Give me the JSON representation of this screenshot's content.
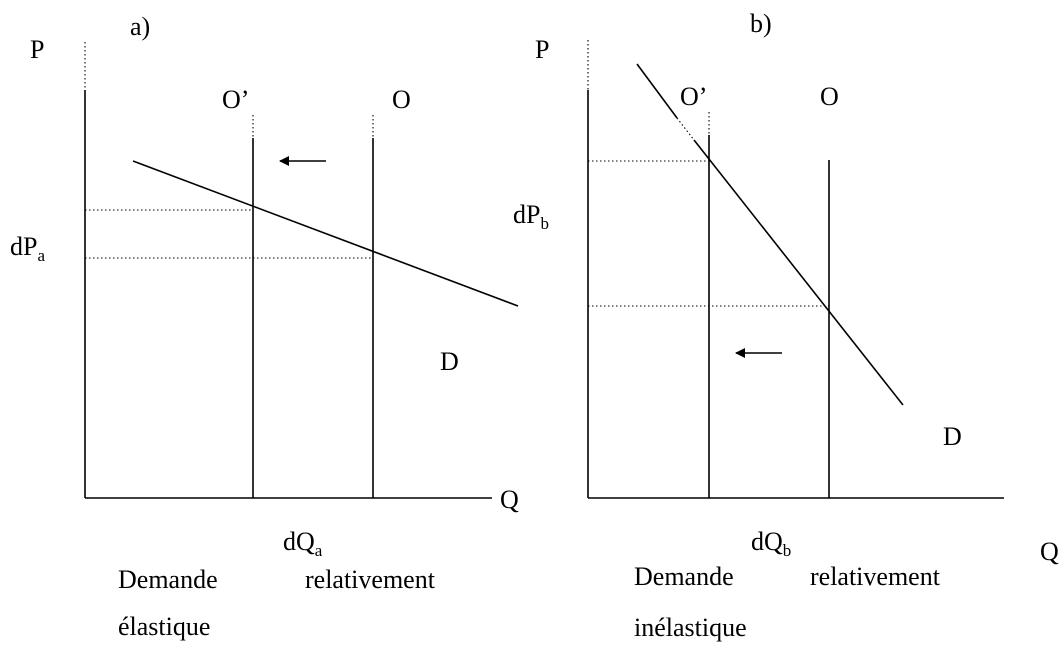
{
  "panel_a": {
    "title": "a)",
    "p_axis": "P",
    "q_axis": "Q",
    "supply_shifted": "O’",
    "supply": "O",
    "demand": "D",
    "dp_main": "dP",
    "dp_sub": "a",
    "dq_main": "dQ",
    "dq_sub": "a",
    "caption_word1": "Demande",
    "caption_word2": "relativement",
    "caption_line2": "élastique"
  },
  "panel_b": {
    "title": "b)",
    "p_axis": "P",
    "q_axis": "Q",
    "supply_shifted": "O’",
    "supply": "O",
    "demand": "D",
    "dp_main": "dP",
    "dp_sub": "b",
    "dq_main": "dQ",
    "dq_sub": "b",
    "caption_word1": "Demande",
    "caption_word2": "relativement",
    "caption_line2": "inélastique"
  }
}
